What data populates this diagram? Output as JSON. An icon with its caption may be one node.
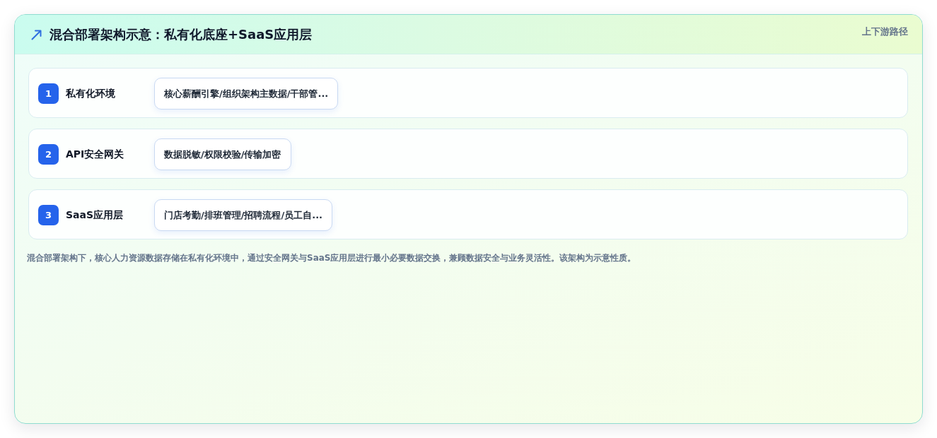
{
  "diagram": {
    "title": "混合部署架构示意：私有化底座+SaaS应用层",
    "nodes": [
      {
        "text": [
          "私有化环境"
        ]
      },
      {
        "text": [
          "1"
        ],
        "in": 0
      },
      {
        "text": [
          "核心薪酬引擎/组织架构主数据/干部管..."
        ],
        "in": 0
      },
      {
        "text": [
          "API安全网关"
        ]
      },
      {
        "text": [
          "2"
        ],
        "in": 3
      },
      {
        "text": [
          "数据脱敏/权限校验/传输加密"
        ],
        "in": 3
      },
      {
        "text": [
          "SaaS应用层"
        ]
      },
      {
        "text": [
          "3"
        ],
        "in": 6
      },
      {
        "text": [
          "门店考勤/排班管理/招聘流程/员工自..."
        ],
        "in": 6
      }
    ],
    "labels": [
      "上下游路径"
    ],
    "caption": "混合部署架构下，核心人力资源数据存储在私有化环境中，通过安全网关与SaaS应用层进行最小必要数据交换，兼顾数据安全与业务灵活性。该架构为示意性质。"
  }
}
